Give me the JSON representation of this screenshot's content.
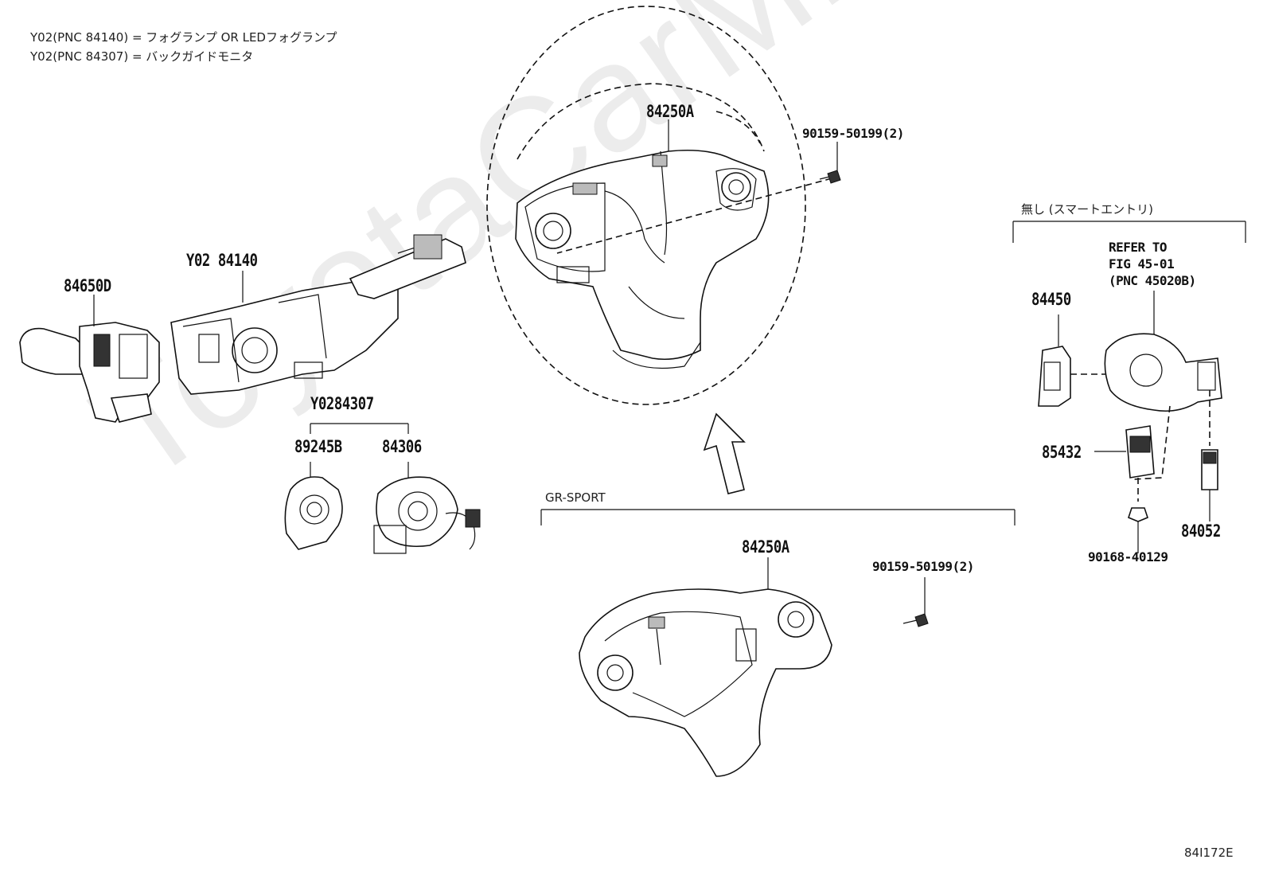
{
  "watermark": "ToyotaCarMine.ru",
  "notes": [
    "Y02(PNC 84140) = フォグランプ OR LEDフォグランプ",
    "Y02(PNC 84307) = バックガイドモニタ"
  ],
  "labels": {
    "p84650D": "84650D",
    "y02_84140": "Y02 84140",
    "y0284307": "Y0284307",
    "p89245B": "89245B",
    "p84306": "84306",
    "p84250A_top": "84250A",
    "bolt_top": "90159-50199(2)",
    "p84250A_bottom": "84250A",
    "bolt_bottom": "90159-50199(2)",
    "p84450": "84450",
    "p85432": "85432",
    "p84052": "84052",
    "nut": "90168-40129",
    "refer_line1": "REFER TO",
    "refer_line2": "FIG 45-01",
    "refer_line3": "(PNC 45020B)"
  },
  "sections": {
    "gr_sport": "GR-SPORT",
    "smart_entry": "無し (スマートエントリ)"
  },
  "figure_id": "84I172E"
}
